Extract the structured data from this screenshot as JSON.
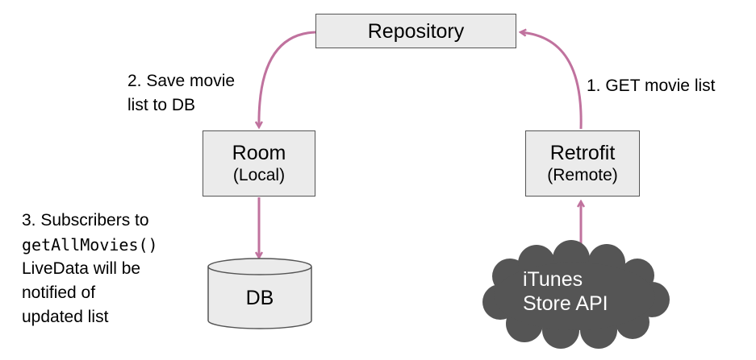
{
  "repository": {
    "title": "Repository"
  },
  "room": {
    "title": "Room",
    "subtitle": "(Local)"
  },
  "retrofit": {
    "title": "Retrofit",
    "subtitle": "(Remote)"
  },
  "database": {
    "label": "DB"
  },
  "cloud": {
    "line1": "iTunes",
    "line2": "Store API"
  },
  "annotations": {
    "save": {
      "line1": "2. Save movie",
      "line2": "list to DB"
    },
    "get": "1. GET movie list",
    "subscribers": {
      "line1": "3. Subscribers to",
      "line2": "getAllMovies()",
      "line3": "LiveData will be",
      "line4": "notified of",
      "line5": "updated list"
    }
  },
  "colors": {
    "arrow": "#c0729e",
    "box_fill": "#ebebeb",
    "box_border": "#555555",
    "cloud_fill": "#555555",
    "cloud_text": "#ffffff"
  }
}
